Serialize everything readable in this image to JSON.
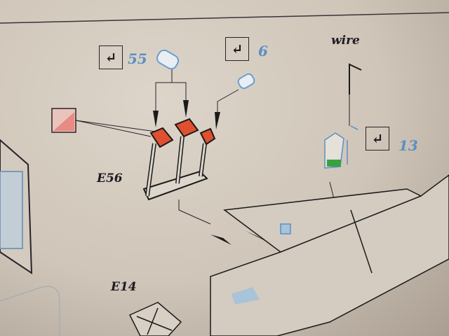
{
  "steps": [
    {
      "icon": "fold-arrow-icon",
      "number": "55"
    },
    {
      "icon": "fold-arrow-icon",
      "number": "6"
    },
    {
      "icon": "fold-arrow-icon",
      "number": "13"
    }
  ],
  "labels": {
    "wire": "wire",
    "part_e56": "E56",
    "part_e14": "E14"
  },
  "colors": {
    "accent_red": "#e0502f",
    "etch_blue": "#5a8fc4",
    "green": "#3aa040",
    "paper": "#d8cfc3"
  }
}
